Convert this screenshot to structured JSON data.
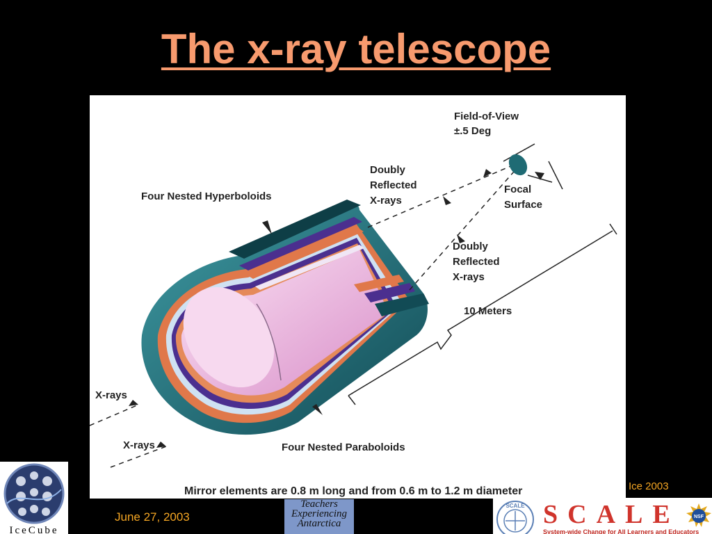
{
  "slide": {
    "title": "The x-ray telescope",
    "date": "June 27, 2003",
    "credit": "Ice 2003"
  },
  "diagram": {
    "labels": {
      "field_of_view_line1": "Field-of-View",
      "field_of_view_line2": "±.5 Deg",
      "doubly_reflected_upper_1": "Doubly",
      "doubly_reflected_upper_2": "Reflected",
      "doubly_reflected_upper_3": "X-rays",
      "four_nested_hyperboloids": "Four Nested Hyperboloids",
      "focal_surface_1": "Focal",
      "focal_surface_2": "Surface",
      "doubly_reflected_lower_1": "Doubly",
      "doubly_reflected_lower_2": "Reflected",
      "doubly_reflected_lower_3": "X-rays",
      "ten_meters": "10 Meters",
      "xrays_upper": "X-rays",
      "xrays_lower": "X-rays",
      "four_nested_paraboloids": "Four Nested Paraboloids",
      "caption": "Mirror elements are 0.8 m long and from 0.6 m to 1.2 m diameter"
    },
    "colors": {
      "outer_shell": "#1f6b74",
      "copper": "#e0784a",
      "purple": "#4b2f8f",
      "inner_pink": "#f3c8e8"
    }
  },
  "logos": {
    "icecube_text": "IceCube",
    "teachers_line1": "Teachers",
    "teachers_line2": "Experiencing",
    "teachers_line3": "Antarctica",
    "scale_word": "SCALE",
    "scale_tagline": "System-wide Change for All Learners and Educators",
    "scale_seal_text": "SCALE",
    "nsf_text": "NSF"
  }
}
